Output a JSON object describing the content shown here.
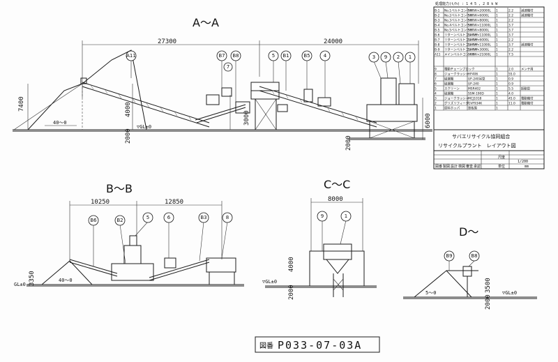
{
  "sections": {
    "aa": {
      "label": "A～A",
      "dims": {
        "left": "27300",
        "right": "24000",
        "h7400": "7400",
        "h4000": "4000",
        "h3000": "3000",
        "h2000": "2000",
        "h6000": "6000",
        "pile": "40～0",
        "gl": "▽GL±0"
      },
      "tags": [
        "A11",
        "B7",
        "B8",
        "7",
        "5",
        "B1",
        "B5",
        "4",
        "3",
        "9",
        "2",
        "1"
      ]
    },
    "bb": {
      "label": "B～B",
      "dims": {
        "left": "10250",
        "right": "12850",
        "h3350": "3350",
        "pile": "40～0",
        "gl": "GL±0"
      },
      "tags": [
        "B6",
        "B2",
        "5",
        "6",
        "B3",
        "8"
      ]
    },
    "cc": {
      "label": "C～C",
      "dims": {
        "width": "8000",
        "h4000": "4000",
        "h2000": "2000",
        "gl": "▽GL±0"
      },
      "tags": [
        "9",
        "1"
      ]
    },
    "dd": {
      "label": "D～",
      "dims": {
        "h3500": "3500",
        "h2000": "2000",
        "pile": "5～0",
        "gl": "▽GL±0"
      },
      "tags": [
        "B9",
        "B8"
      ]
    }
  },
  "equipment_table": {
    "header_note": "処理能力(t/h) : 1 4 5 , 2 8 k W",
    "rows_top": [
      [
        "B-1",
        "No.1ベルトコンベヤ",
        "500W×20000L",
        "1",
        "2.2",
        "減速機付"
      ],
      [
        "B-2",
        "No.2ベルトコンベヤ",
        "500W×6000L",
        "1",
        "2.2",
        "減速機付"
      ],
      [
        "B-3",
        "No.3ベルトコンベヤ",
        "500W×8000L",
        "1",
        "2.2",
        ""
      ],
      [
        "B-4",
        "No.4ベルトコンベヤ",
        "500W×11000L",
        "1",
        "3.7",
        ""
      ],
      [
        "B-5",
        "No.5ベルトコンベヤ",
        "500W×8000L",
        "1",
        "3.7",
        ""
      ],
      [
        "B-6",
        "リターンベルトコンベヤ",
        "500W×11000L",
        "1",
        "3.7",
        ""
      ],
      [
        "B-7",
        "リターンベルトコンベヤ",
        "500W×6000L",
        "1",
        "2.2",
        ""
      ],
      [
        "B-8",
        "リターンベルトコンベヤ",
        "500W×11000L",
        "1",
        "3.7",
        "減速機付"
      ],
      [
        "B-9",
        "リターンベルトコンベヤ",
        "500W×3000L",
        "1",
        "2.2",
        ""
      ],
      [
        "A11",
        "メインベルトコンベヤ",
        "500W×21000L",
        "1",
        "7.5",
        ""
      ]
    ],
    "rows_bottom": [
      [
        "9",
        "電動チェーンブロック",
        "",
        "1",
        "2.0",
        "メンテ用"
      ],
      [
        "8",
        "ジョークラッシャ",
        "HF406",
        "1",
        "55.0",
        ""
      ],
      [
        "7",
        "磁選機",
        "UF-240吊型",
        "1",
        "0.9",
        ""
      ],
      [
        "6",
        "磁選機",
        "UF-240",
        "1",
        "0.9",
        ""
      ],
      [
        "5",
        "スクリーン",
        "MSR402",
        "1",
        "5.5",
        "振動型"
      ],
      [
        "4",
        "磁選機",
        "SSM-190D",
        "1",
        "4.0",
        ""
      ],
      [
        "3",
        "ジョークラッシャ",
        "MCJ1018",
        "1",
        "45.0",
        "電動機付"
      ],
      [
        "2",
        "グリズリフィーダ",
        "GVF934K",
        "1",
        "11.0",
        "電動機付"
      ],
      [
        "1",
        "原料ホッパ",
        "鉄板製",
        "1",
        "",
        ""
      ]
    ],
    "title1": "サバエリサイクル協同組合",
    "title2": "リサイクルプラント　レイアウト図",
    "scale_label": "尺度",
    "scale": "1/200",
    "unit_label": "単位",
    "unit": "mm",
    "stamp_labels": [
      "図番",
      "製図",
      "設計",
      "検図",
      "審査",
      "承認"
    ]
  },
  "drawing_number_label": "図番",
  "drawing_number": "P033-07-03A"
}
